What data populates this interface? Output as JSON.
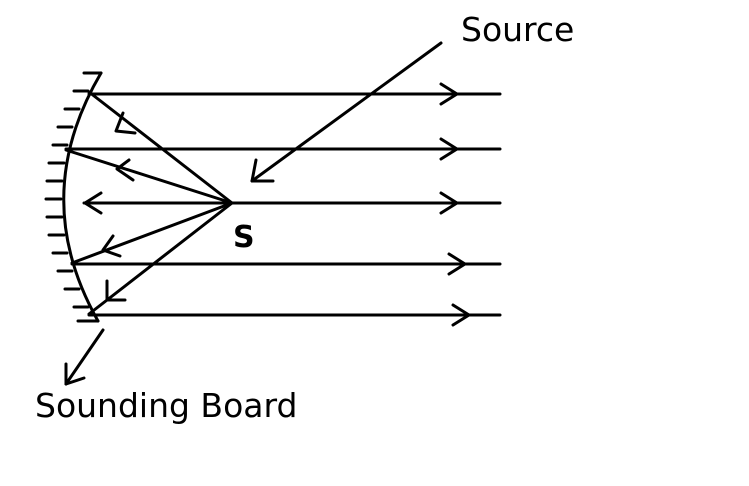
{
  "labels": {
    "source": "Source",
    "point": "S",
    "board": "Sounding Board"
  },
  "colors": {
    "ink": "#000000",
    "background": "#ffffff"
  }
}
